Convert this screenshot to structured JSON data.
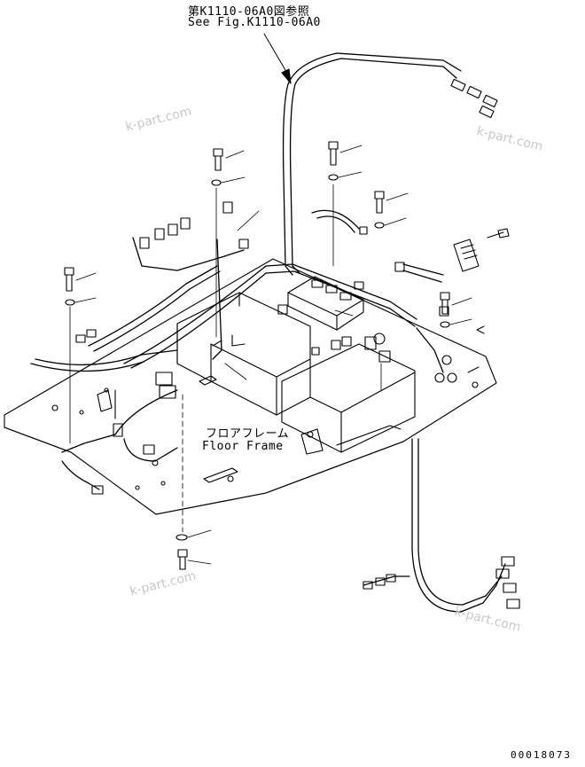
{
  "reference": {
    "jp": "第K1110-06A0図参照",
    "en": "See Fig.K1110-06A0"
  },
  "floor_frame": {
    "jp": "フロアフレーム",
    "en": "Floor Frame"
  },
  "watermarks": [
    "k-part.com",
    "k-part.com",
    "k-part.com",
    "k-part.com"
  ],
  "drawing_number": "00018073"
}
